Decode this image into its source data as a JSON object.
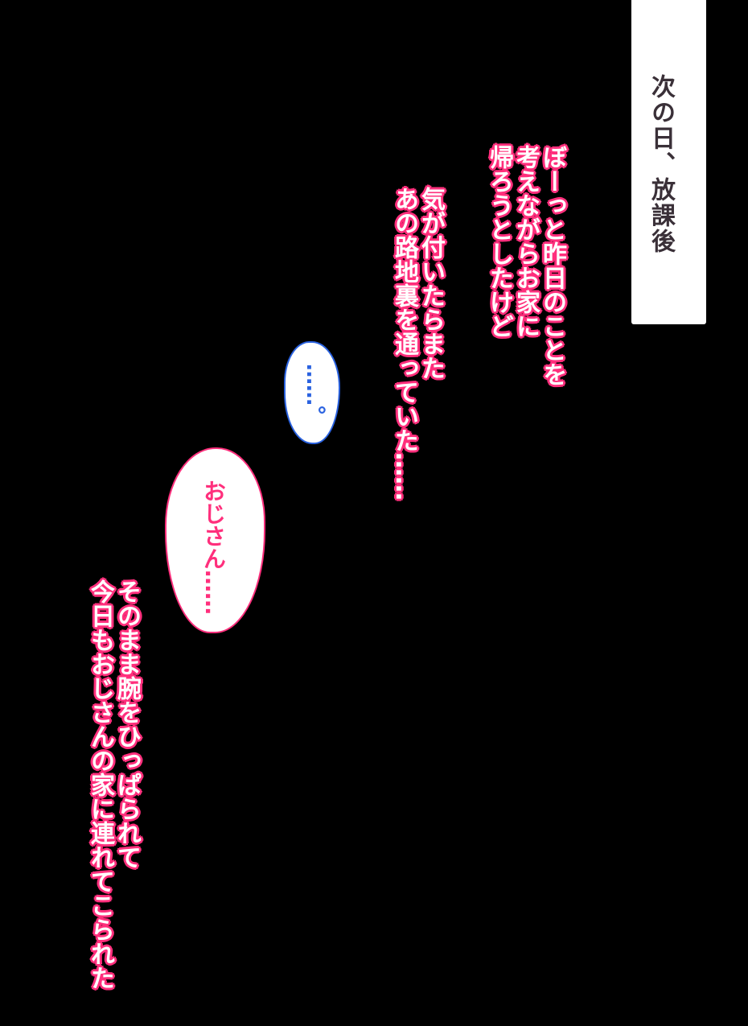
{
  "caption": "次の日、放課後",
  "narration_1": [
    "ぼーっと昨日のことを",
    "考えながらお家に",
    "帰ろうとしたけど"
  ],
  "narration_2": [
    "気が付いたらまた",
    "あの路地裏を通っていた……"
  ],
  "bubble_silent": "……。",
  "bubble_ojisan": "おじさん……",
  "narration_3": [
    "そのまま腕をひっぱられて",
    "今日もおじさんの家に連れてこられた"
  ],
  "colors": {
    "outline_pink": "#ff2f7c",
    "bubble_blue": "#2a62e0",
    "background": "#000000"
  }
}
